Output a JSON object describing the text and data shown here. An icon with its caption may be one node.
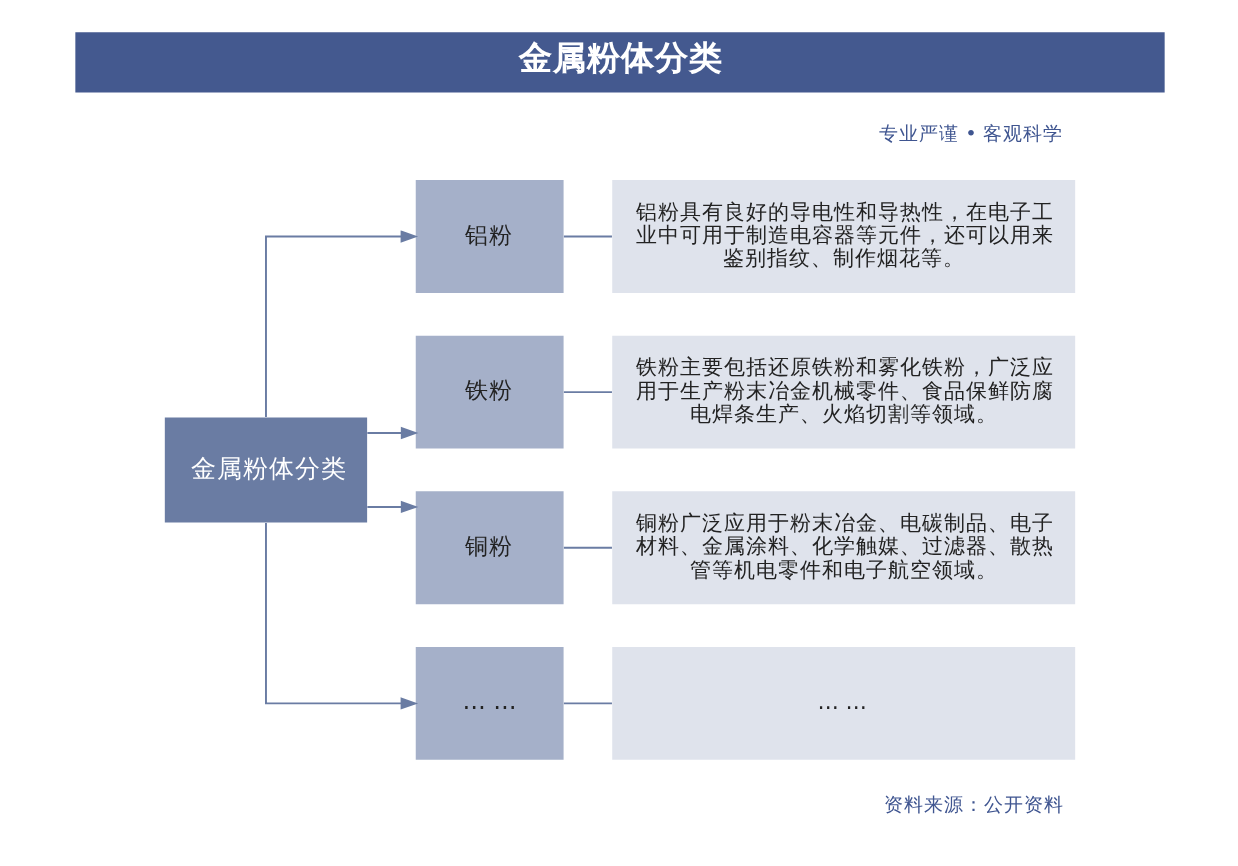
{
  "diagram": {
    "title": "金属粉体分类",
    "nodes": [
      {
        "text": [
          "金属粉体分类"
        ]
      },
      {
        "text": [
          "铝粉"
        ]
      },
      {
        "text": [
          "铝粉具有良好的导电性和导热性，在电子工业中可用于制造电容器等元件，还可以用来鉴别指纹、制作烟花等。"
        ]
      },
      {
        "text": [
          "铁粉"
        ]
      },
      {
        "text": [
          "铁粉主要包括还原铁粉和雾化铁粉，广泛应用于生产粉末冶金机械零件、食品保鲜防腐电焊条生产、火焰切割等领域。"
        ]
      },
      {
        "text": [
          "铜粉"
        ]
      },
      {
        "text": [
          "铜粉广泛应用于粉末冶金、电碳制品、电子材料、金属涂料、化学触媒、过滤器、散热管等机电零件和电子航空领域。"
        ]
      },
      {
        "text": [
          "… …"
        ]
      },
      {
        "text": [
          "… …"
        ]
      }
    ],
    "edges": [
      {
        "from": 0,
        "to": 1,
        "arrow": "to"
      },
      {
        "from": 1,
        "to": 2,
        "arrow": "none"
      },
      {
        "from": 0,
        "to": 3,
        "arrow": "to"
      },
      {
        "from": 3,
        "to": 4,
        "arrow": "none"
      },
      {
        "from": 0,
        "to": 5,
        "arrow": "to"
      },
      {
        "from": 5,
        "to": 6,
        "arrow": "none"
      },
      {
        "from": 0,
        "to": 7,
        "arrow": "to"
      },
      {
        "from": 7,
        "to": 8,
        "arrow": "none"
      }
    ],
    "labels": [
      "专业严谨 • 客观科学",
      "资料来源：公开资料"
    ]
  }
}
